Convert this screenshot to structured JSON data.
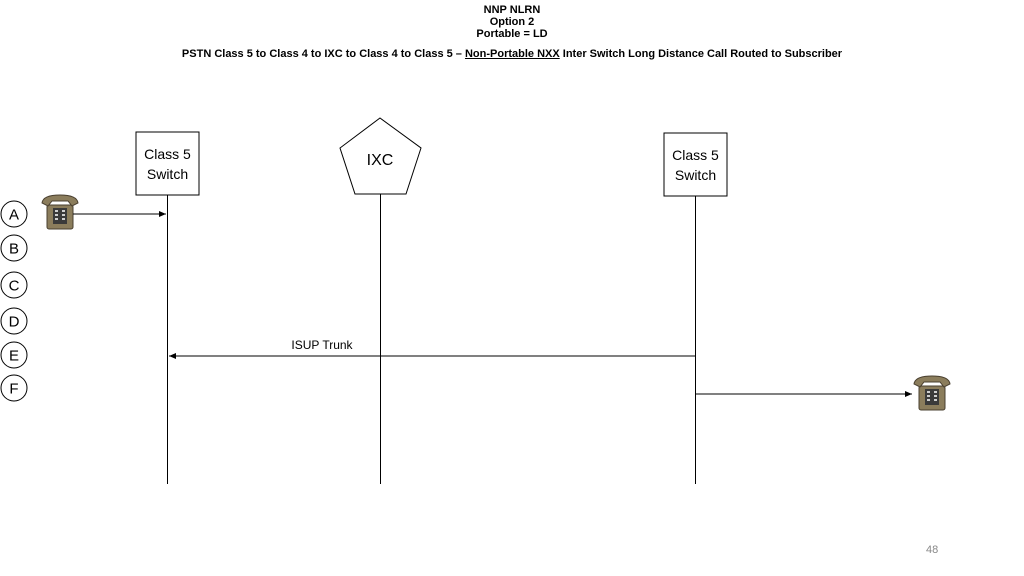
{
  "header": {
    "line1": "NNP NLRN",
    "line2": "Option 2",
    "line3": "Portable = LD",
    "subtitle_pre": "PSTN Class 5 to Class 4 to IXC to Class 4 to Class 5 – ",
    "subtitle_u": "Non-Portable NXX",
    "subtitle_post": " Inter Switch Long Distance Call Routed to Subscriber"
  },
  "nodes": {
    "left_switch": {
      "line1": "Class 5",
      "line2": "Switch"
    },
    "ixc": {
      "label": "IXC"
    },
    "right_switch": {
      "line1": "Class 5",
      "line2": "Switch"
    }
  },
  "steps": [
    "A",
    "B",
    "C",
    "D",
    "E",
    "F"
  ],
  "trunk_label": "ISUP Trunk",
  "page_number": "48",
  "colors": {
    "phone_body": "#8b7d5c",
    "phone_dark": "#3a3a3a",
    "line": "#000000"
  },
  "icons": [
    "telephone-icon"
  ]
}
